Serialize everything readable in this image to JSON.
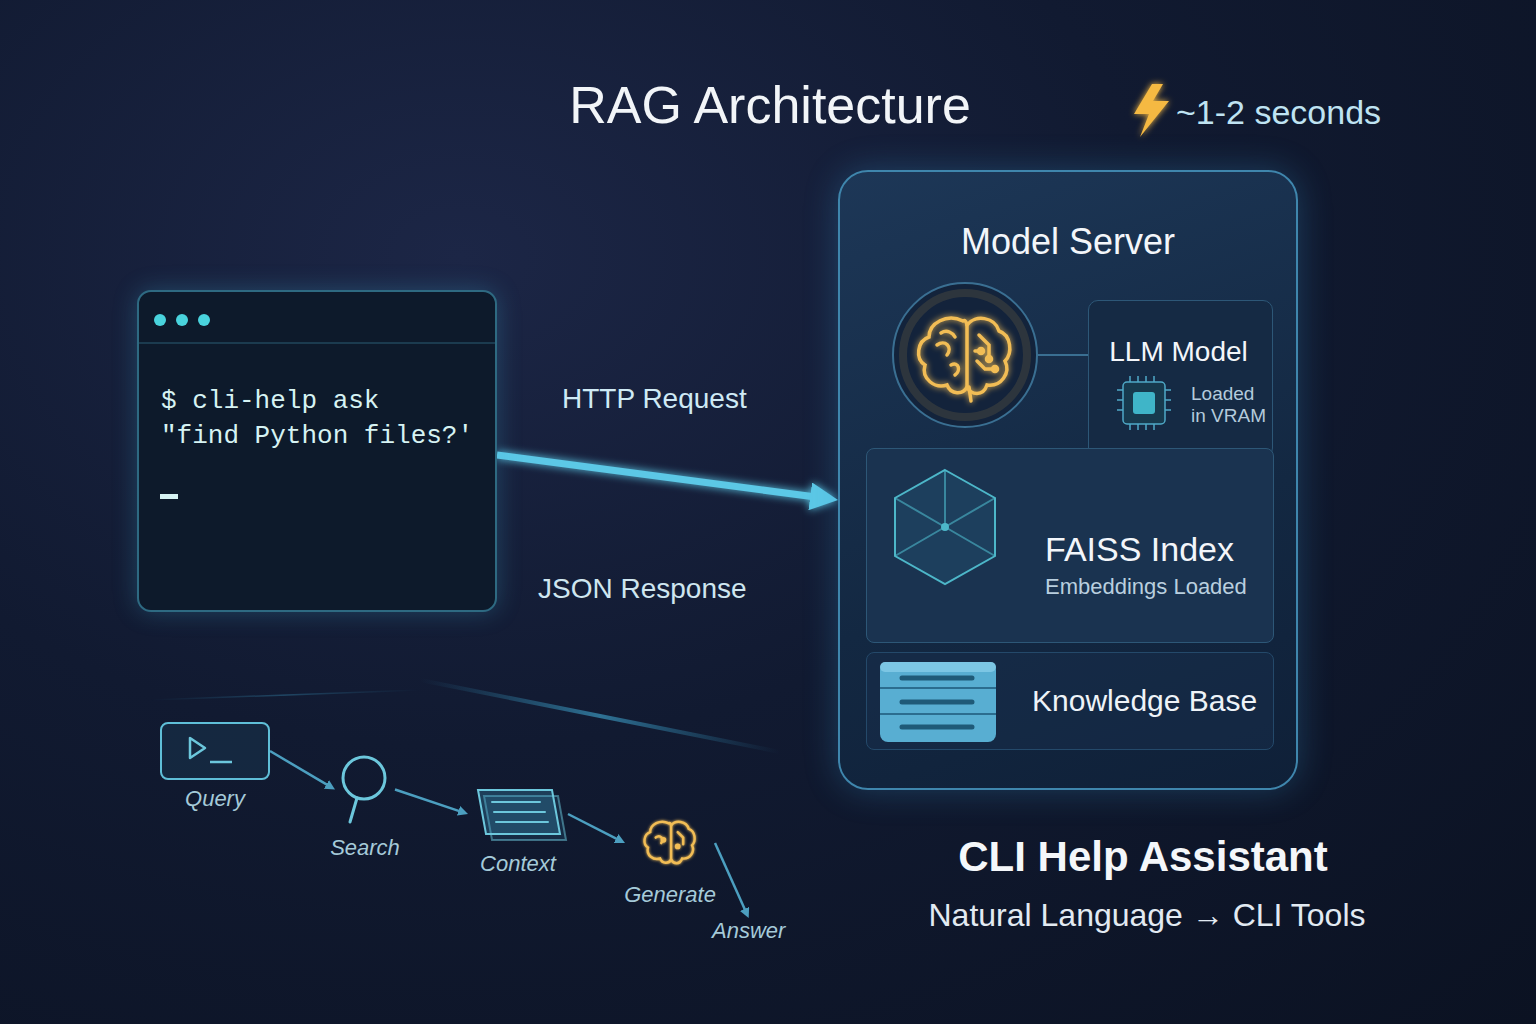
{
  "diagram": {
    "title": "RAG Architecture",
    "caption": "CLI Help Assistant",
    "nodes": [
      {
        "text": [
          "$ cli-help ask \"find Python files?'"
        ]
      },
      {
        "text": [
          "Model Server"
        ]
      },
      {
        "text": [
          "LLM Model",
          "Loaded in VRAM"
        ],
        "in": 1
      },
      {
        "text": [
          "FAISS Index",
          "Embeddings Loaded"
        ],
        "in": 1
      },
      {
        "text": [
          "Knowledge Base"
        ],
        "in": 1
      },
      {
        "text": [
          "Query"
        ]
      },
      {
        "text": [
          "Search"
        ]
      },
      {
        "text": [
          "Context"
        ]
      },
      {
        "text": [
          "Generate"
        ]
      },
      {
        "text": [
          "Answer"
        ]
      }
    ],
    "edges": [
      {
        "from": 0,
        "to": 1,
        "arrow": "to",
        "label": "HTTP Request"
      },
      {
        "from": 5,
        "to": 6,
        "arrow": "to"
      },
      {
        "from": 6,
        "to": 7,
        "arrow": "to"
      },
      {
        "from": 7,
        "to": 8,
        "arrow": "to"
      },
      {
        "from": 8,
        "to": 9,
        "arrow": "to"
      }
    ],
    "labels": [
      "~1-2 seconds",
      "JSON Response",
      "Natural Language → CLI Tools"
    ]
  }
}
